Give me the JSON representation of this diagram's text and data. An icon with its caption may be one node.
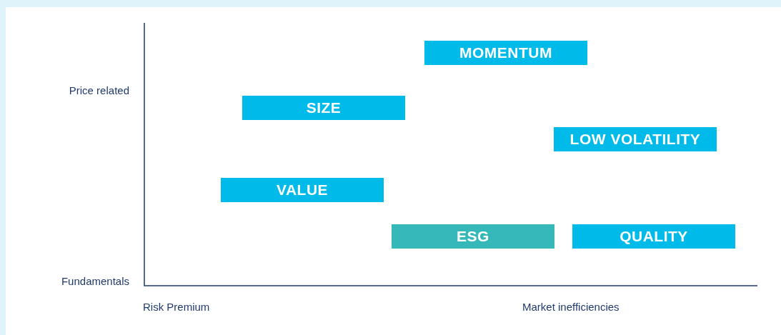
{
  "diagram": {
    "nodes": [
      {
        "text": [
          "MOMENTUM"
        ]
      },
      {
        "text": [
          "SIZE"
        ]
      },
      {
        "text": [
          "LOW VOLATILITY"
        ]
      },
      {
        "text": [
          "VALUE"
        ]
      },
      {
        "text": [
          "ESG"
        ]
      },
      {
        "text": [
          "QUALITY"
        ]
      }
    ],
    "labels": [
      "Price related",
      "Fundamentals",
      "Risk Premium",
      "Market inefficiencies"
    ]
  }
}
